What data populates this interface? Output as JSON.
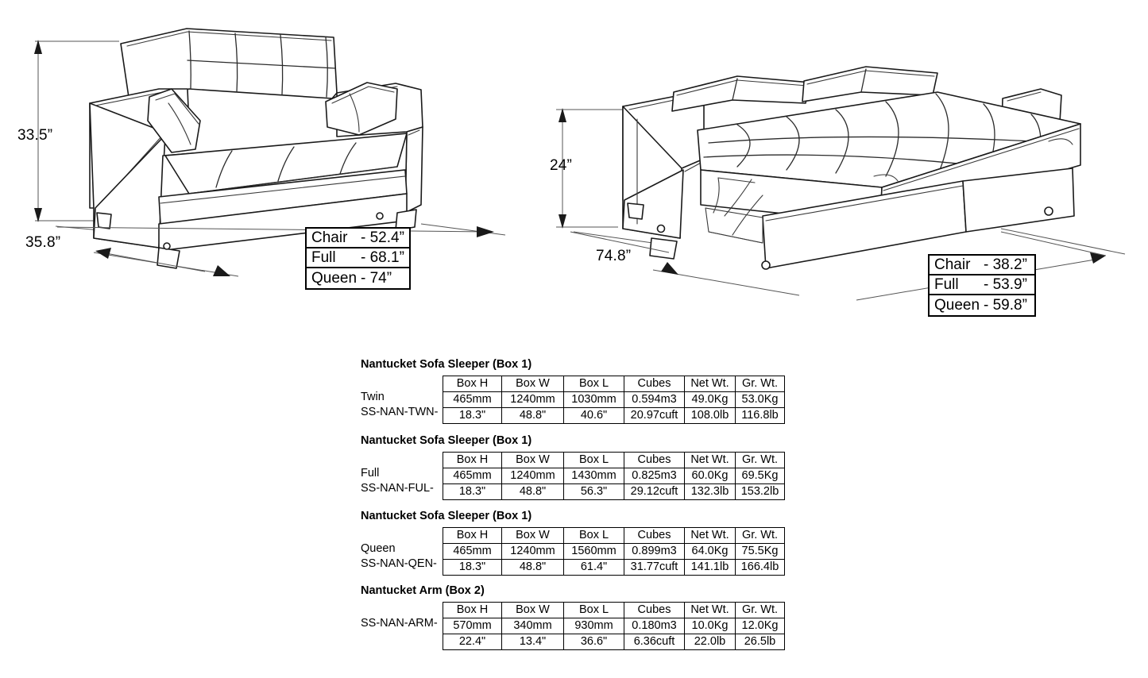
{
  "drawings": {
    "sofa": {
      "name": "Nantucket sofa sleeper closed position isometric line drawing",
      "height_label": "33.5”",
      "depth_label": "35.8”",
      "width_callout": {
        "rows": [
          {
            "name": "Chair",
            "value": "- 52.4”"
          },
          {
            "name": "Full",
            "value": "- 68.1”"
          },
          {
            "name": "Queen",
            "value": "- 74”"
          }
        ]
      }
    },
    "bed": {
      "name": "Nantucket sofa sleeper open bed position isometric line drawing",
      "height_label": "24”",
      "width_label": "74.8”",
      "depth_callout": {
        "rows": [
          {
            "name": "Chair",
            "value": "- 38.2”"
          },
          {
            "name": "Full",
            "value": "- 53.9”"
          },
          {
            "name": "Queen",
            "value": "- 59.8”"
          }
        ]
      }
    }
  },
  "columns": [
    "Box H",
    "Box W",
    "Box L",
    "Cubes",
    "Net Wt.",
    "Gr. Wt."
  ],
  "spec_tables": [
    {
      "title": "Nantucket Sofa Sleeper (Box 1)",
      "labels": [
        "Twin",
        "SS-NAN-TWN-"
      ],
      "rows": [
        [
          "465mm",
          "1240mm",
          "1030mm",
          "0.594m3",
          "49.0Kg",
          "53.0Kg"
        ],
        [
          "18.3\"",
          "48.8\"",
          "40.6\"",
          "20.97cuft",
          "108.0lb",
          "116.8lb"
        ]
      ]
    },
    {
      "title": "Nantucket Sofa Sleeper (Box 1)",
      "labels": [
        "Full",
        "SS-NAN-FUL-"
      ],
      "rows": [
        [
          "465mm",
          "1240mm",
          "1430mm",
          "0.825m3",
          "60.0Kg",
          "69.5Kg"
        ],
        [
          "18.3\"",
          "48.8\"",
          "56.3\"",
          "29.12cuft",
          "132.3lb",
          "153.2lb"
        ]
      ]
    },
    {
      "title": "Nantucket Sofa Sleeper (Box 1)",
      "labels": [
        "Queen",
        "SS-NAN-QEN-"
      ],
      "rows": [
        [
          "465mm",
          "1240mm",
          "1560mm",
          "0.899m3",
          "64.0Kg",
          "75.5Kg"
        ],
        [
          "18.3\"",
          "48.8\"",
          "61.4\"",
          "31.77cuft",
          "141.1lb",
          "166.4lb"
        ]
      ]
    },
    {
      "title": "Nantucket Arm (Box 2)",
      "labels": [
        "SS-NAN-ARM-",
        ""
      ],
      "rows": [
        [
          "570mm",
          "340mm",
          "930mm",
          "0.180m3",
          "10.0Kg",
          "12.0Kg"
        ],
        [
          "22.4\"",
          "13.4\"",
          "36.6\"",
          "6.36cuft",
          "22.0lb",
          "26.5lb"
        ]
      ]
    }
  ]
}
